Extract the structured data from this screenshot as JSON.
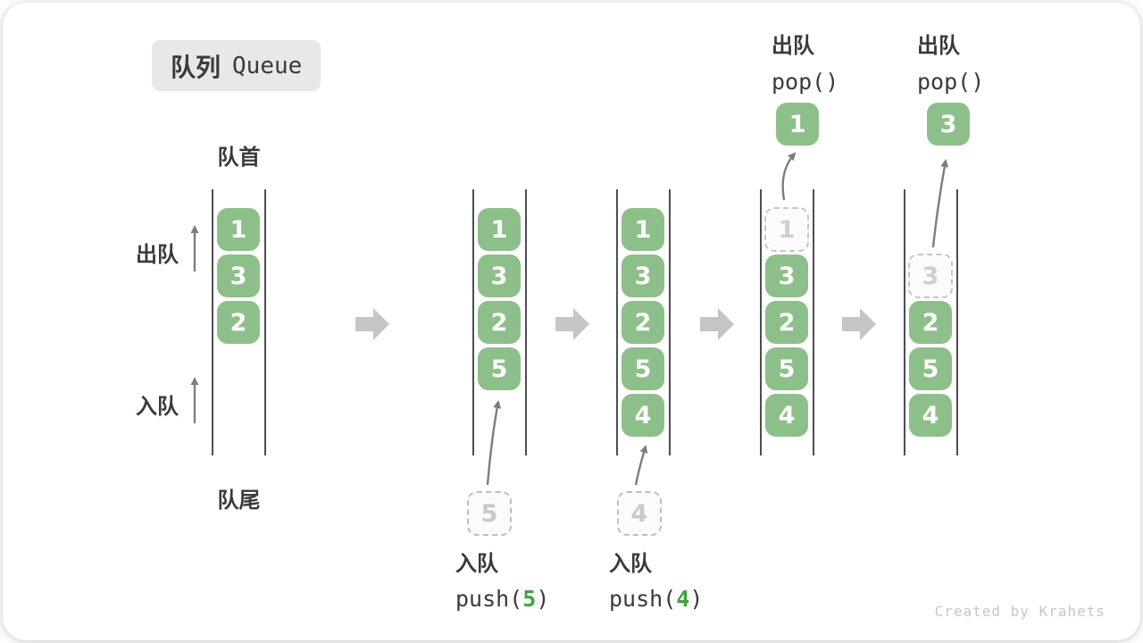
{
  "title": {
    "zh": "队列",
    "en": "Queue"
  },
  "labels": {
    "front": "队首",
    "rear": "队尾",
    "dequeue": "出队",
    "enqueue": "入队"
  },
  "watermark": "Created by Krahets",
  "colors": {
    "box_green": "#8dbf8a",
    "fn_arg_green": "#3fa33f",
    "block_arrow_gray": "#c5c5c5",
    "thin_arrow_gray": "#7d7d7d",
    "text_dark": "#3a3a3a",
    "ghost_gray": "#c9c9c9",
    "badge_bg": "#e8e8e8"
  },
  "states": [
    {
      "name": "initial",
      "slots": [
        {
          "type": "solid",
          "value": "1"
        },
        {
          "type": "solid",
          "value": "3"
        },
        {
          "type": "solid",
          "value": "2"
        }
      ]
    },
    {
      "name": "after-push-5",
      "slots": [
        {
          "type": "solid",
          "value": "1"
        },
        {
          "type": "solid",
          "value": "3"
        },
        {
          "type": "solid",
          "value": "2"
        },
        {
          "type": "solid",
          "value": "5"
        }
      ],
      "pending": "5",
      "op": {
        "label": "入队",
        "fn_open": "push(",
        "arg": "5",
        "fn_close": ")"
      }
    },
    {
      "name": "after-push-4",
      "slots": [
        {
          "type": "solid",
          "value": "1"
        },
        {
          "type": "solid",
          "value": "3"
        },
        {
          "type": "solid",
          "value": "2"
        },
        {
          "type": "solid",
          "value": "5"
        },
        {
          "type": "solid",
          "value": "4"
        }
      ],
      "pending": "4",
      "op": {
        "label": "入队",
        "fn_open": "push(",
        "arg": "4",
        "fn_close": ")"
      }
    },
    {
      "name": "after-pop-1",
      "slots": [
        {
          "type": "ghost",
          "value": "1"
        },
        {
          "type": "solid",
          "value": "3"
        },
        {
          "type": "solid",
          "value": "2"
        },
        {
          "type": "solid",
          "value": "5"
        },
        {
          "type": "solid",
          "value": "4"
        }
      ],
      "popped": "1",
      "op": {
        "label": "出队",
        "fn": "pop()"
      }
    },
    {
      "name": "after-pop-3",
      "slots": [
        {
          "type": "ghost",
          "value": "3"
        },
        {
          "type": "solid",
          "value": "2"
        },
        {
          "type": "solid",
          "value": "5"
        },
        {
          "type": "solid",
          "value": "4"
        }
      ],
      "popped": "3",
      "op": {
        "label": "出队",
        "fn": "pop()"
      }
    }
  ]
}
